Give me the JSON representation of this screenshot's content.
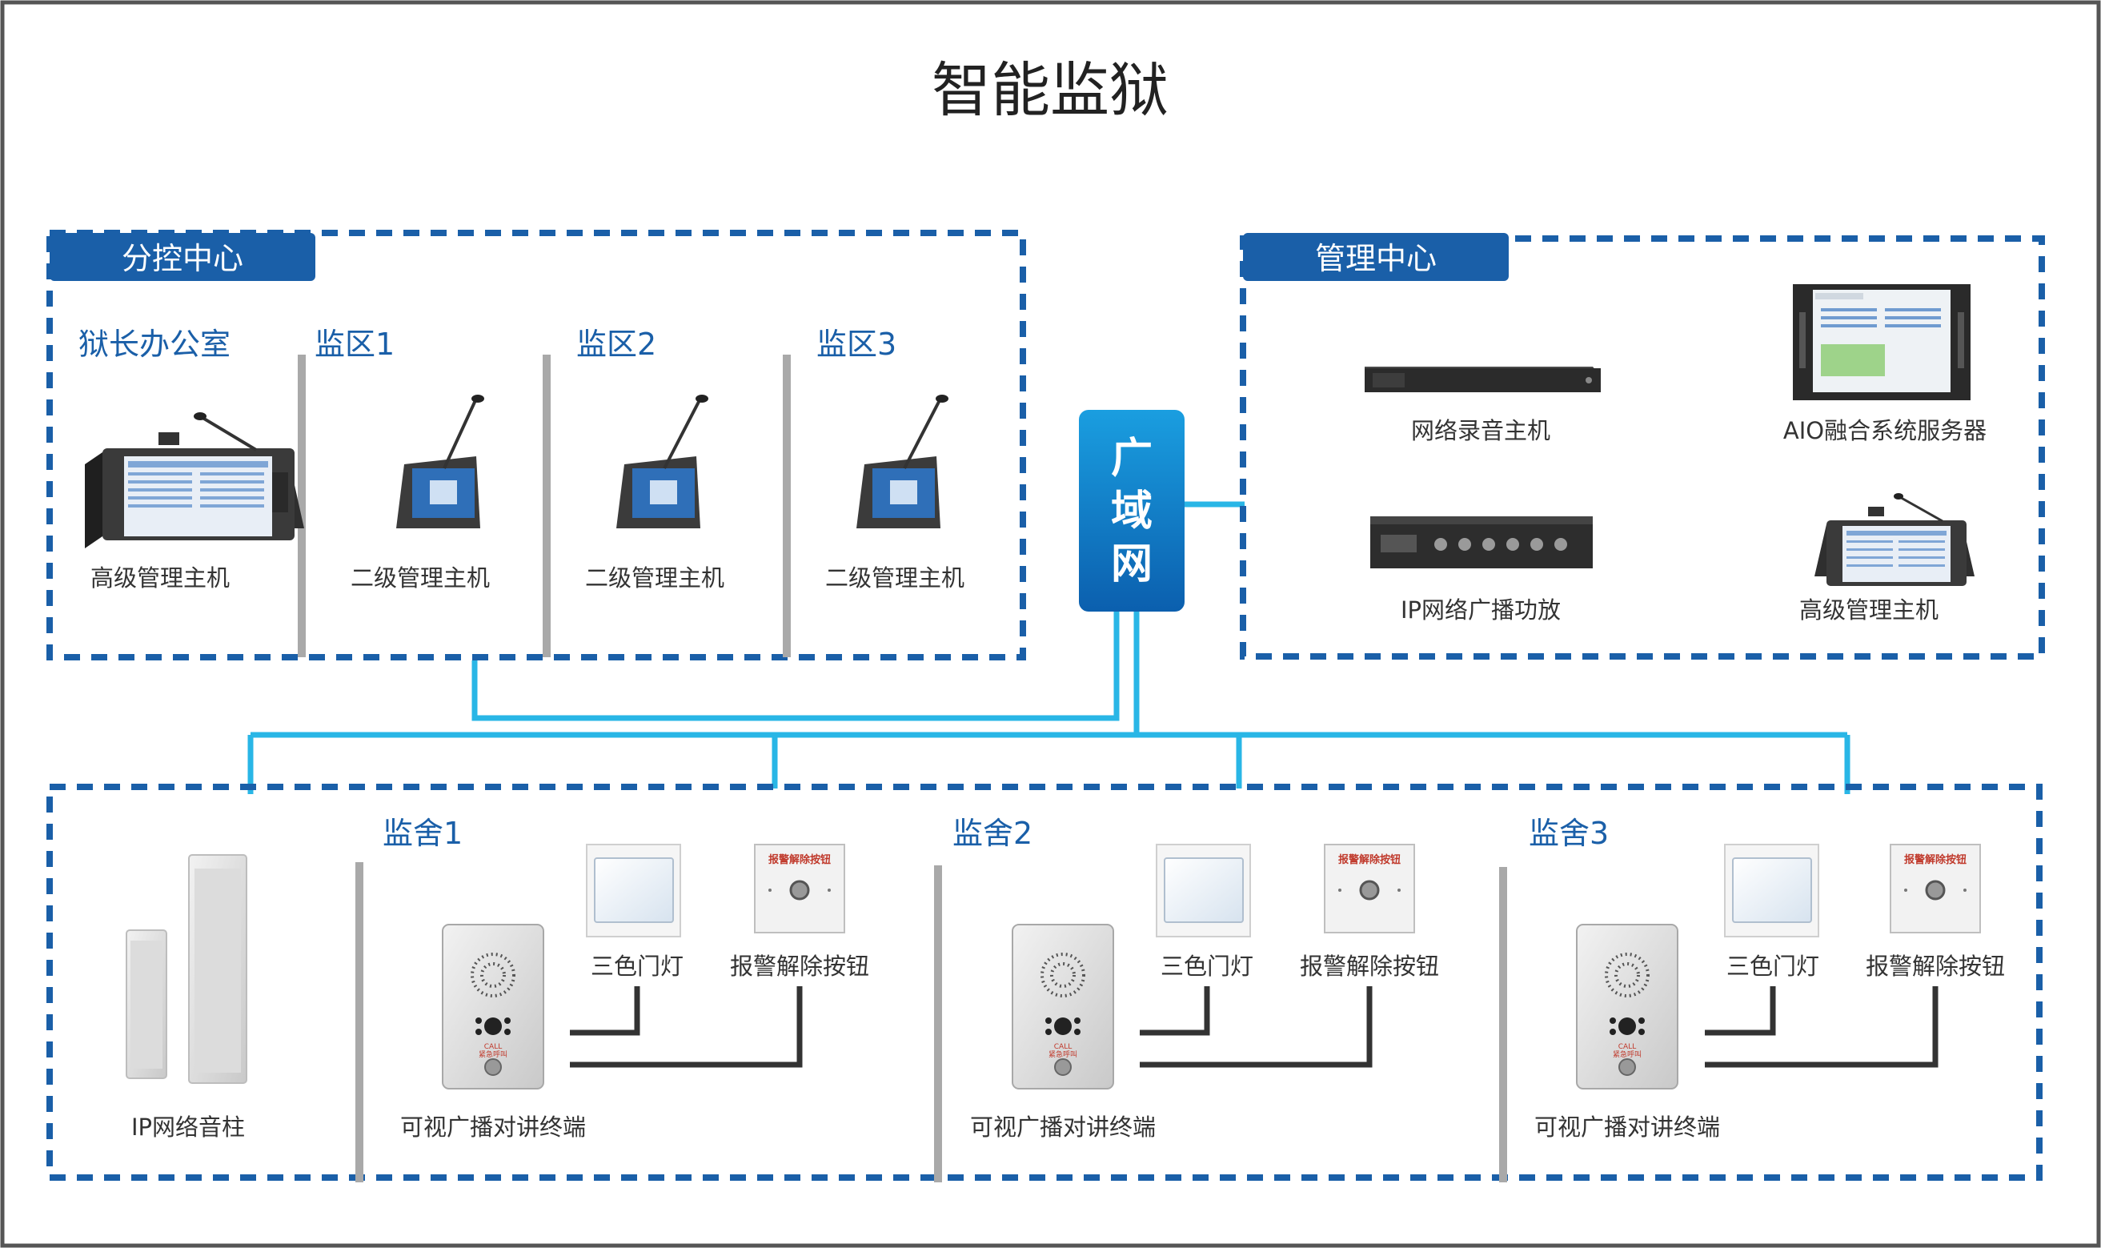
{
  "title": "智能监狱",
  "sub_control_center": {
    "tab_label": "分控中心",
    "zones": [
      {
        "label": "狱长办公室",
        "device": "高级管理主机"
      },
      {
        "label": "监区1",
        "device": "二级管理主机"
      },
      {
        "label": "监区2",
        "device": "二级管理主机"
      },
      {
        "label": "监区3",
        "device": "二级管理主机"
      }
    ]
  },
  "wan": {
    "chars": [
      "广",
      "域",
      "网"
    ]
  },
  "management_center": {
    "tab_label": "管理中心",
    "devices": [
      {
        "label": "网络录音主机"
      },
      {
        "label": "AIO融合系统服务器"
      },
      {
        "label": "IP网络广播功放"
      },
      {
        "label": "高级管理主机"
      }
    ]
  },
  "cells_section": {
    "speaker_label": "IP网络音柱",
    "cells": [
      {
        "label": "监舍1",
        "terminal": "可视广播对讲终端",
        "door_light": "三色门灯",
        "alarm_button": "报警解除按钮",
        "alarm_plate_text": "报警解除按钮",
        "call_text": "CALL",
        "call_sub": "紧急呼叫"
      },
      {
        "label": "监舍2",
        "terminal": "可视广播对讲终端",
        "door_light": "三色门灯",
        "alarm_button": "报警解除按钮",
        "alarm_plate_text": "报警解除按钮",
        "call_text": "CALL",
        "call_sub": "紧急呼叫"
      },
      {
        "label": "监舍3",
        "terminal": "可视广播对讲终端",
        "door_light": "三色门灯",
        "alarm_button": "报警解除按钮",
        "alarm_plate_text": "报警解除按钮",
        "call_text": "CALL",
        "call_sub": "紧急呼叫"
      }
    ]
  },
  "colors": {
    "accent_blue": "#1a5fa8",
    "line_cyan": "#29b6e6",
    "divider_gray": "#a9a9a9",
    "wire_dark": "#333333"
  }
}
